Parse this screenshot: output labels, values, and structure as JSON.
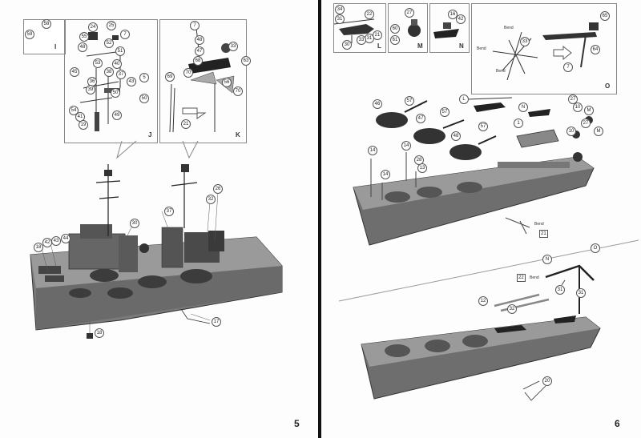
{
  "pages": {
    "left": {
      "number": "5",
      "frames": {
        "I": "I",
        "J": "J",
        "K": "K"
      },
      "callouts": {
        "I": [
          "58",
          "59"
        ],
        "J": [
          "24",
          "25",
          "55",
          "7",
          "48",
          "52",
          "53",
          "40",
          "38",
          "51",
          "45",
          "37",
          "36",
          "43",
          "5",
          "39",
          "50",
          "54",
          "50",
          "41",
          "49",
          "19"
        ],
        "K": [
          "7",
          "48",
          "47",
          "68",
          "33",
          "69",
          "70",
          "56",
          "70",
          "63",
          "21"
        ],
        "hull": [
          "26",
          "32",
          "37",
          "30",
          "18",
          "42",
          "43",
          "44",
          "17",
          "18"
        ]
      }
    },
    "right": {
      "number": "6",
      "frames": {
        "L": "L",
        "M": "M",
        "N": "N",
        "O": "O"
      },
      "callouts": {
        "L": [
          "34",
          "22",
          "31",
          "21",
          "31",
          "33",
          "30"
        ],
        "M": [
          "27",
          "60",
          "61"
        ],
        "N": [
          "16",
          "42"
        ],
        "O": [
          "65",
          "33",
          "64",
          "7"
        ],
        "upper": [
          "46",
          "57",
          "47",
          "57",
          "48",
          "57",
          "L",
          "N",
          "1",
          "27",
          "10",
          "10",
          "M",
          "27",
          "M",
          "14",
          "14",
          "14",
          "28",
          "13"
        ],
        "lower": [
          "O",
          "N",
          "22",
          "31",
          "12",
          "32",
          "31",
          "20"
        ]
      },
      "bend_labels": [
        "Bend",
        "Bend",
        "Bend",
        "Bend",
        "Bend"
      ],
      "tag_21": "21"
    }
  }
}
